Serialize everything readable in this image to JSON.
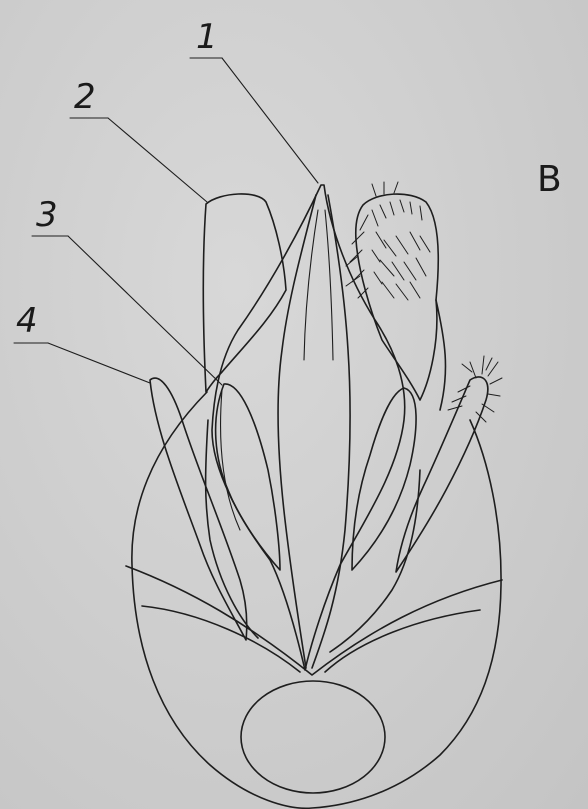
{
  "panel_letter": "B",
  "labels": [
    {
      "id": "1",
      "text": "1"
    },
    {
      "id": "2",
      "text": "2"
    },
    {
      "id": "3",
      "text": "3"
    },
    {
      "id": "4",
      "text": "4"
    }
  ],
  "colors": {
    "paper": "#cfcfcf",
    "ink": "#1e1e1e"
  }
}
